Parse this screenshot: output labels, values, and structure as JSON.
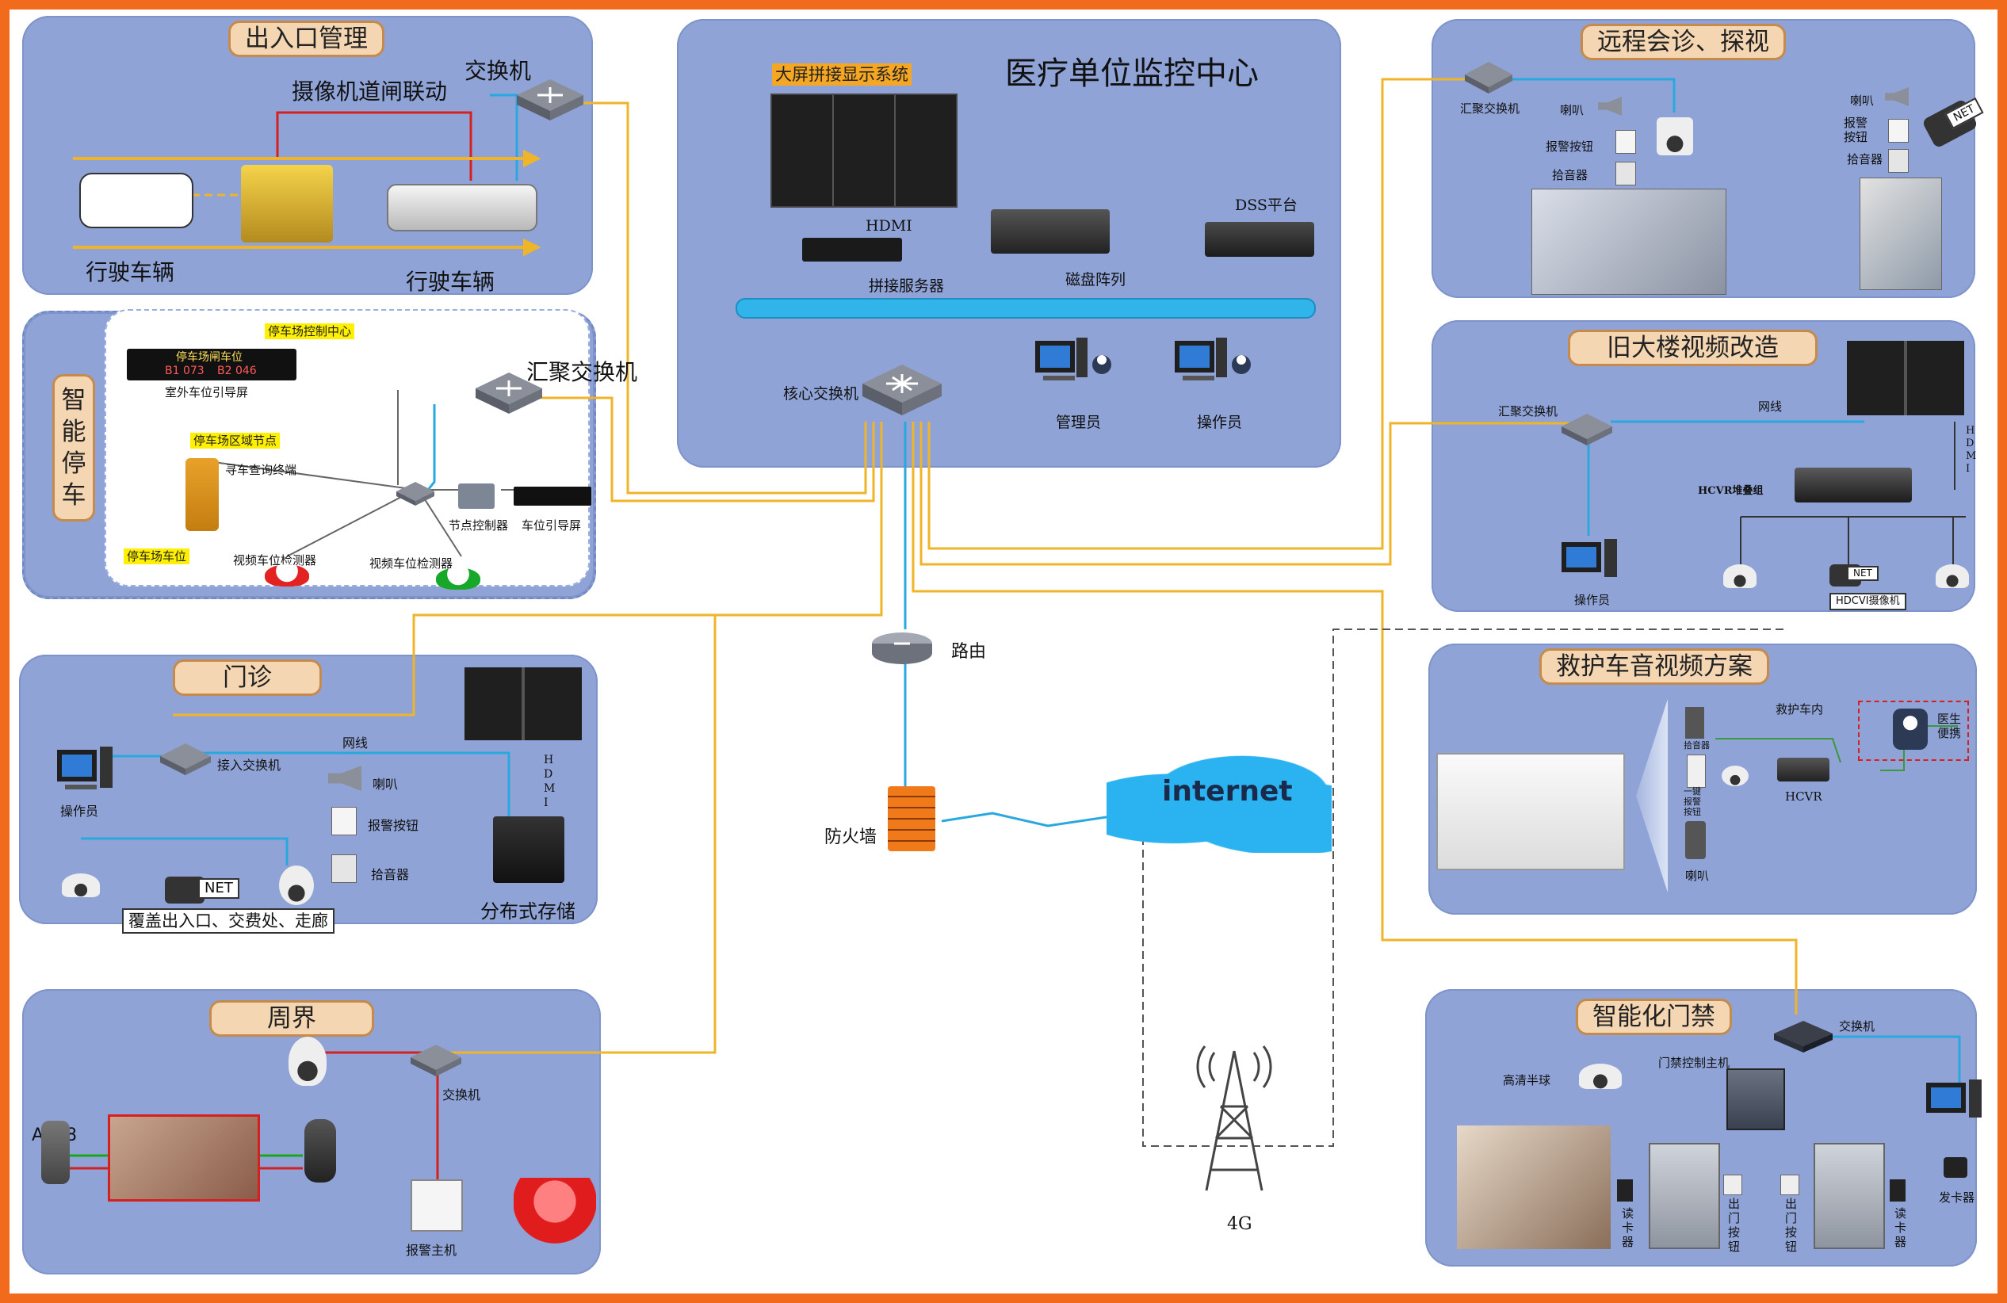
{
  "center": {
    "title": "医疗单位监控中心",
    "display_wall_title": "大屏拼接显示系统",
    "hdmi": "HDMI",
    "splice_server": "拼接服务器",
    "disk_array": "磁盘阵列",
    "dss": "DSS平台",
    "core_switch": "核心交换机",
    "admin": "管理员",
    "operator": "操作员"
  },
  "entrance": {
    "title": "出入口管理",
    "camera_gate": "摄像机道闸联动",
    "switch": "交换机",
    "vehicle_left": "行驶车辆",
    "vehicle_right": "行驶车辆"
  },
  "parking": {
    "title": "智能停车",
    "control_center": "停车场控制中心",
    "screen_title": "停车场闸车位",
    "screen_b1": "B1 073",
    "screen_b2": "B2 046",
    "outdoor_screen": "室外车位引导屏",
    "zone_node": "停车场区域节点",
    "query_terminal": "寻车查询终端",
    "node_controller": "节点控制器",
    "guide_screen": "车位引导屏",
    "parking_space": "停车场车位",
    "detector_a": "视频车位检测器",
    "detector_b": "视频车位检测器",
    "agg_switch": "汇聚交换机"
  },
  "outpatient": {
    "title": "门诊",
    "operator": "操作员",
    "access_switch": "接入交换机",
    "network": "网线",
    "speaker": "喇叭",
    "alarm_button": "报警按钮",
    "pickup": "拾音器",
    "hdmi": "HDMI",
    "storage": "分布式存储",
    "net_badge": "NET",
    "coverage": "覆盖出入口、交费处、走廊"
  },
  "perimeter": {
    "title": "周界",
    "switch": "交换机",
    "alarm_host": "报警主机",
    "device_code": "A008"
  },
  "remote": {
    "title": "远程会诊、探视",
    "agg_switch": "汇聚交换机",
    "speaker_a": "喇叭",
    "alarm_button_a": "报警按钮",
    "pickup_a": "拾音器",
    "speaker_b": "喇叭",
    "alarm_button_b": "报警按钮",
    "pickup_b": "拾音器",
    "net_badge": "NET"
  },
  "old_building": {
    "title": "旧大楼视频改造",
    "agg_switch": "汇聚交换机",
    "network": "网线",
    "hcvr_stack": "HCVR堆叠组",
    "hdmi": "HDMI",
    "operator": "操作员",
    "hdcvi_camera": "HDCVI摄像机",
    "net_badge": "NET"
  },
  "ambulance": {
    "title": "救护车音视频方案",
    "inside": "救护车内",
    "pickup": "拾音器",
    "alarm_button": "一键报警按钮",
    "speaker": "喇叭",
    "hcvr": "HCVR",
    "doctor_device": "医生便携"
  },
  "access": {
    "title": "智能化门禁",
    "switch": "交换机",
    "controller": "门禁控制主机",
    "dome": "高清半球",
    "reader_a": "读卡器",
    "exit_button_a": "出门按钮",
    "exit_button_b": "出门按钮",
    "reader_b": "读卡器",
    "card_issuer": "发卡器"
  },
  "network": {
    "router": "路由",
    "firewall": "防火墙",
    "internet": "internet",
    "mobile": "4G"
  },
  "colors": {
    "frame": "#f26a1b",
    "panel": "#8fa3d6",
    "link_yellow": "#f0b429",
    "link_blue": "#29a8e0",
    "link_red": "#d62020",
    "link_green": "#5cb85c"
  }
}
